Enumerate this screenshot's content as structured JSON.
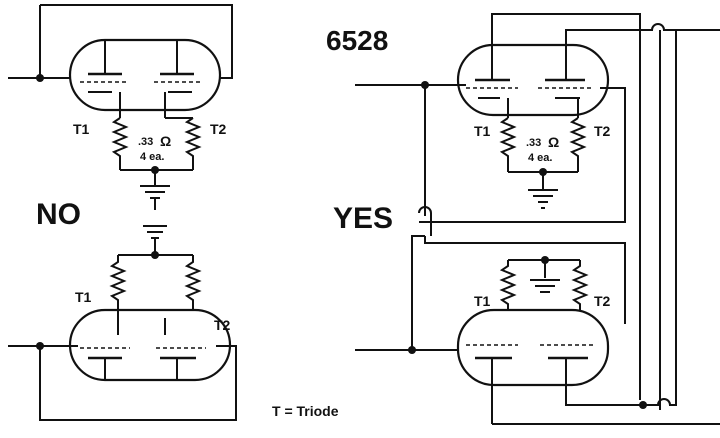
{
  "labels": {
    "no": "NO",
    "yes": "YES",
    "tube_type": "6528",
    "legend": "T = Triode",
    "t1": "T1",
    "t2": "T2",
    "resistor_value": ".33",
    "ohm_symbol": "Ω",
    "resistor_each": "4 ea."
  },
  "colors": {
    "ink": "#111111",
    "background": "#ffffff"
  }
}
